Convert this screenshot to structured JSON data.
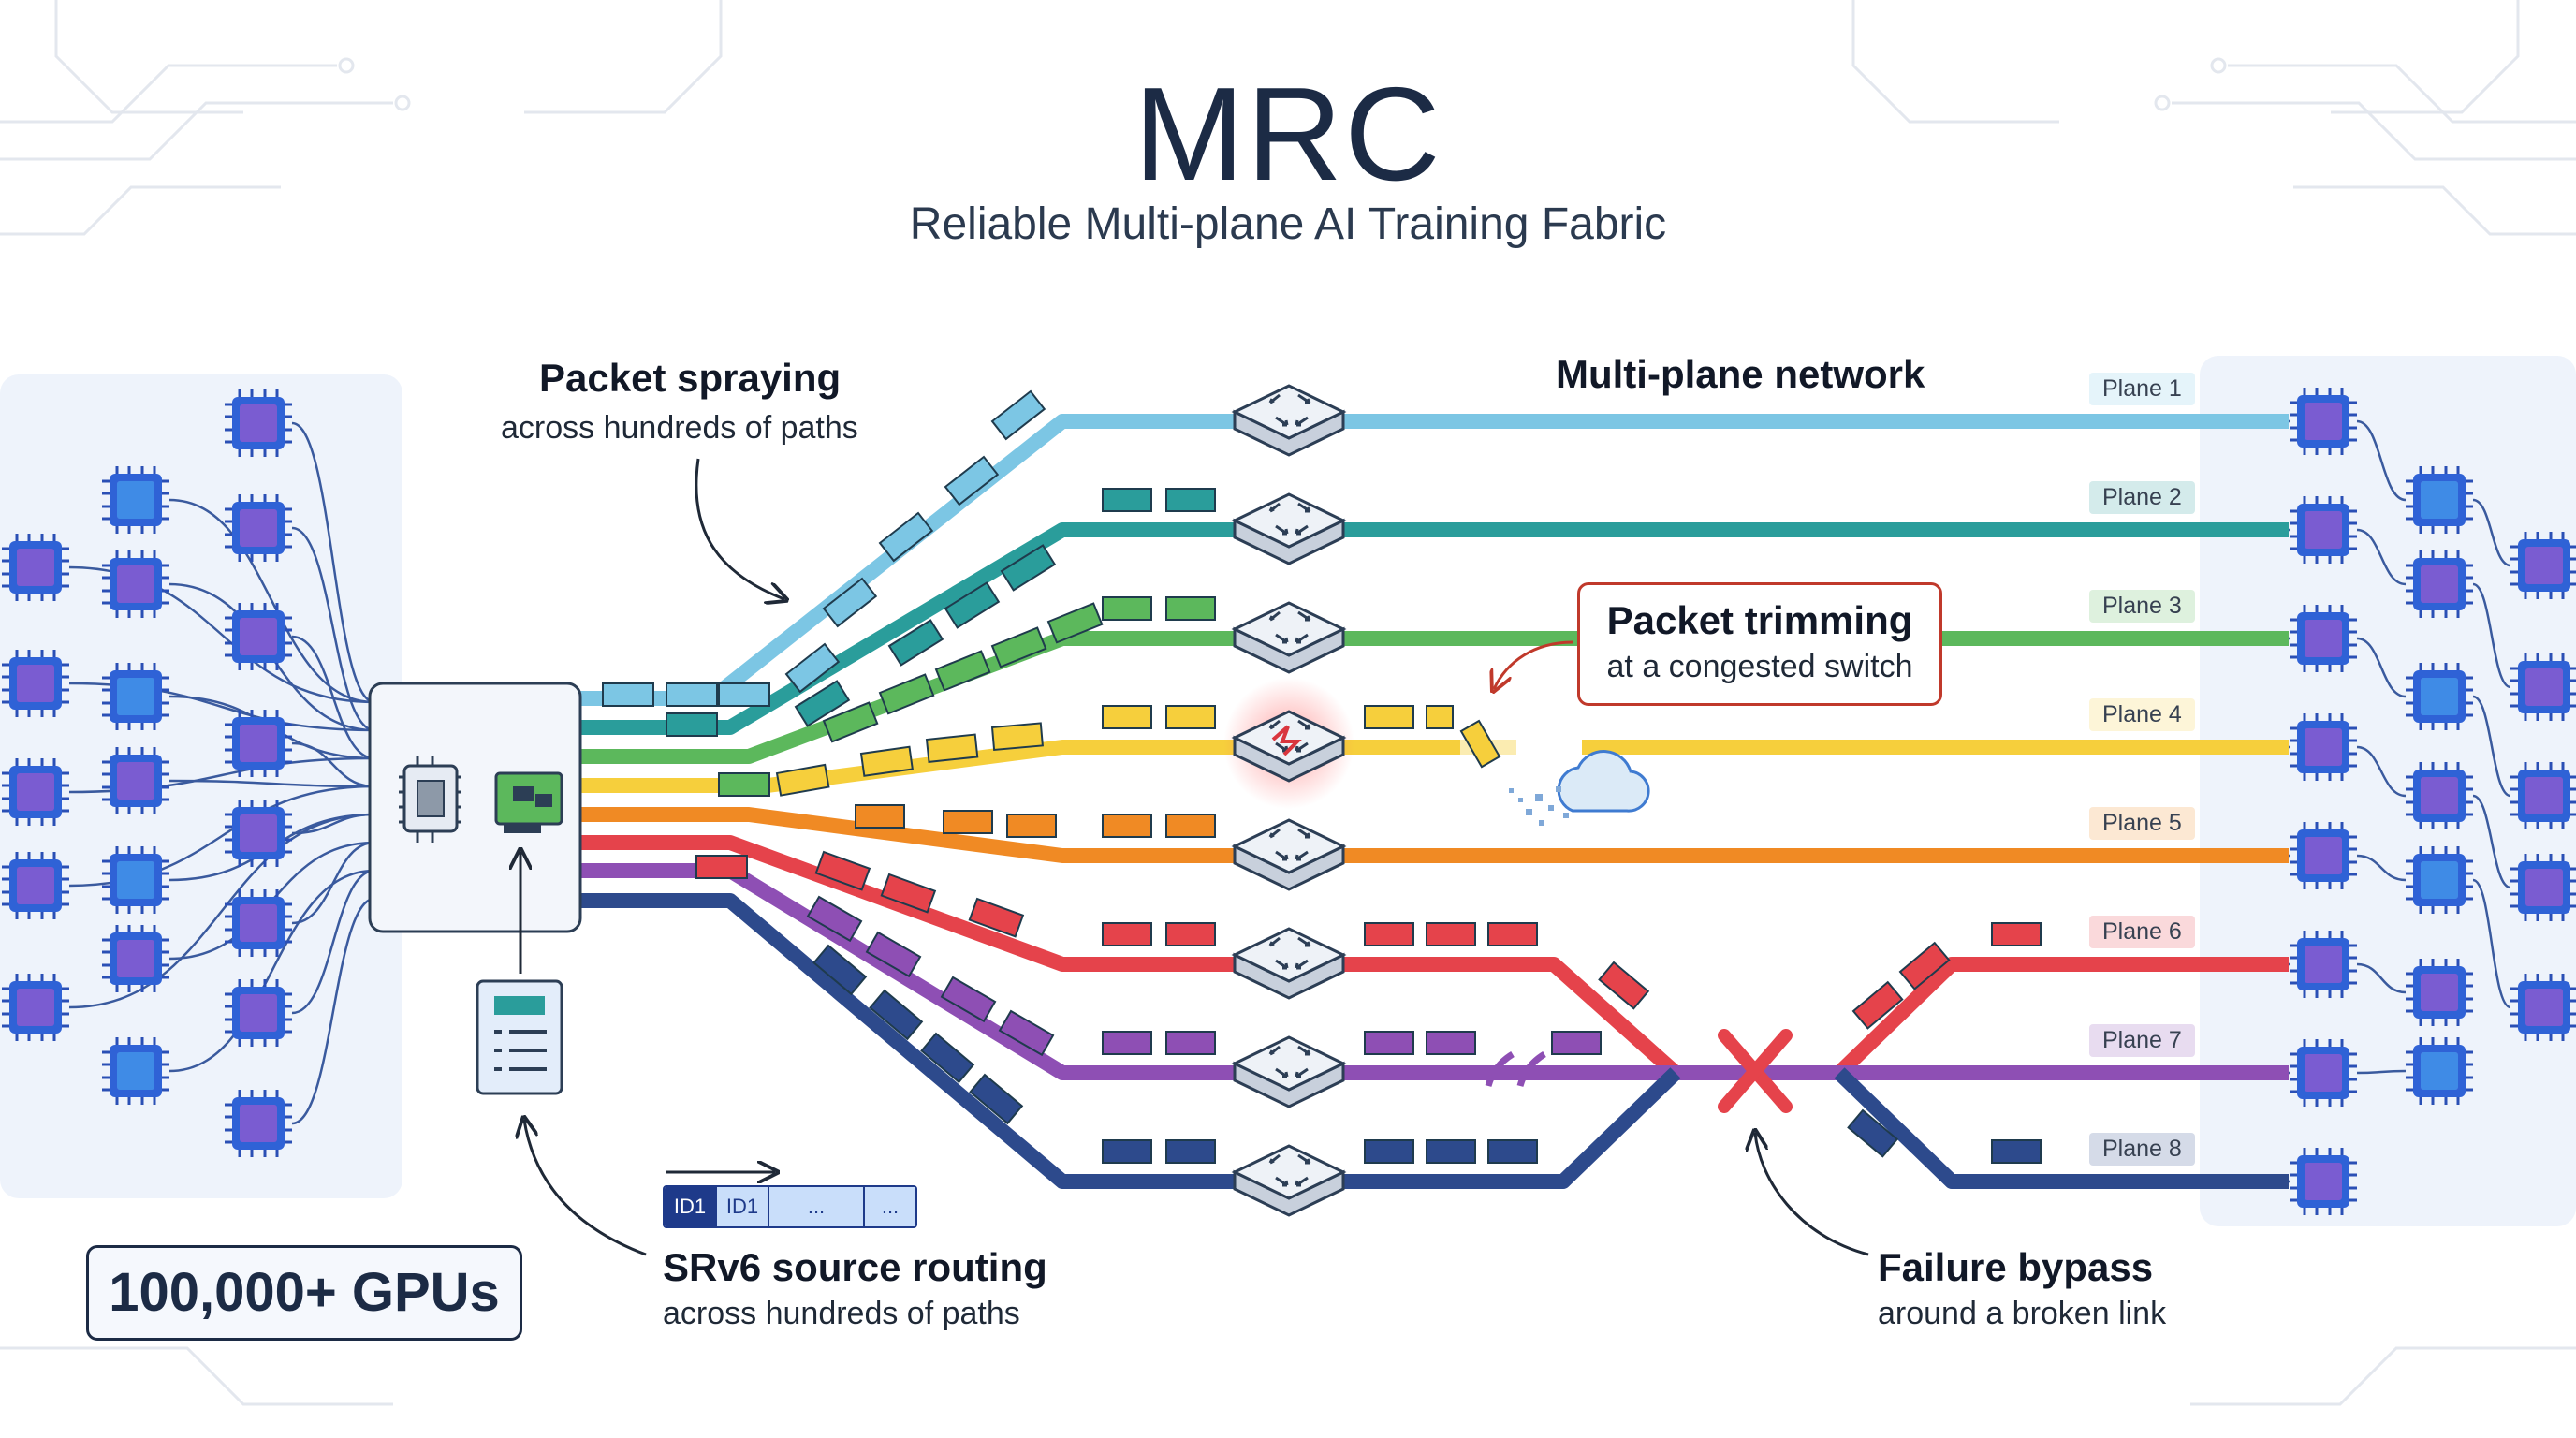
{
  "header": {
    "title": "MRC",
    "subtitle": "Reliable Multi-plane AI Training Fabric"
  },
  "callouts": {
    "spraying_title": "Packet spraying",
    "spraying_sub": "across hundreds of paths",
    "multiplane_title": "Multi-plane network",
    "trimming_title": "Packet trimming",
    "trimming_sub": "at a congested switch",
    "srv6_title": "SRv6 source routing",
    "srv6_sub": "across hundreds of paths",
    "bypass_title": "Failure bypass",
    "bypass_sub": "around a broken link"
  },
  "gpu_count": "100,000+ GPUs",
  "srv6_header": {
    "fields": [
      "ID1",
      "ID1",
      "...",
      "..."
    ]
  },
  "planes": [
    {
      "label": "Plane 1",
      "color": "#7cc6e4"
    },
    {
      "label": "Plane 2",
      "color": "#2a9d9b"
    },
    {
      "label": "Plane 3",
      "color": "#5cb85c"
    },
    {
      "label": "Plane 4",
      "color": "#f6cf3c"
    },
    {
      "label": "Plane 5",
      "color": "#f08a24"
    },
    {
      "label": "Plane 6",
      "color": "#e5434b"
    },
    {
      "label": "Plane 7",
      "color": "#8e4fb4"
    },
    {
      "label": "Plane 8",
      "color": "#2d4a8c"
    }
  ],
  "icons": {
    "gpu": "gpu-chip-icon",
    "switch": "network-switch-icon",
    "nic": "network-card-icon",
    "cpu": "cpu-chip-icon",
    "routing_table": "routing-table-icon",
    "failure": "broken-link-x-icon",
    "cloud": "dropped-packets-cloud-icon"
  }
}
